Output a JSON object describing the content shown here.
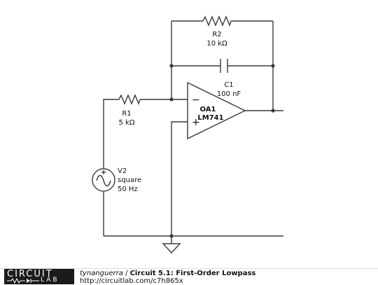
{
  "components": {
    "r2": {
      "name": "R2",
      "value": "10 kΩ"
    },
    "c1": {
      "name": "C1",
      "value": "100 nF"
    },
    "r1": {
      "name": "R1",
      "value": "5 kΩ"
    },
    "oa1": {
      "name": "OA1",
      "value": "LM741",
      "minus": "−",
      "plus": "+"
    },
    "v2": {
      "name": "V2",
      "wave": "square",
      "freq": "50 Hz"
    }
  },
  "footer": {
    "logo_top": "CIRCUIT",
    "logo_bottom": "LAB",
    "author": "tynanguerra",
    "separator": " / ",
    "title": "Circuit 5.1: First-Order Lowpass",
    "url": "http://circuitlab.com/c7h865x"
  }
}
